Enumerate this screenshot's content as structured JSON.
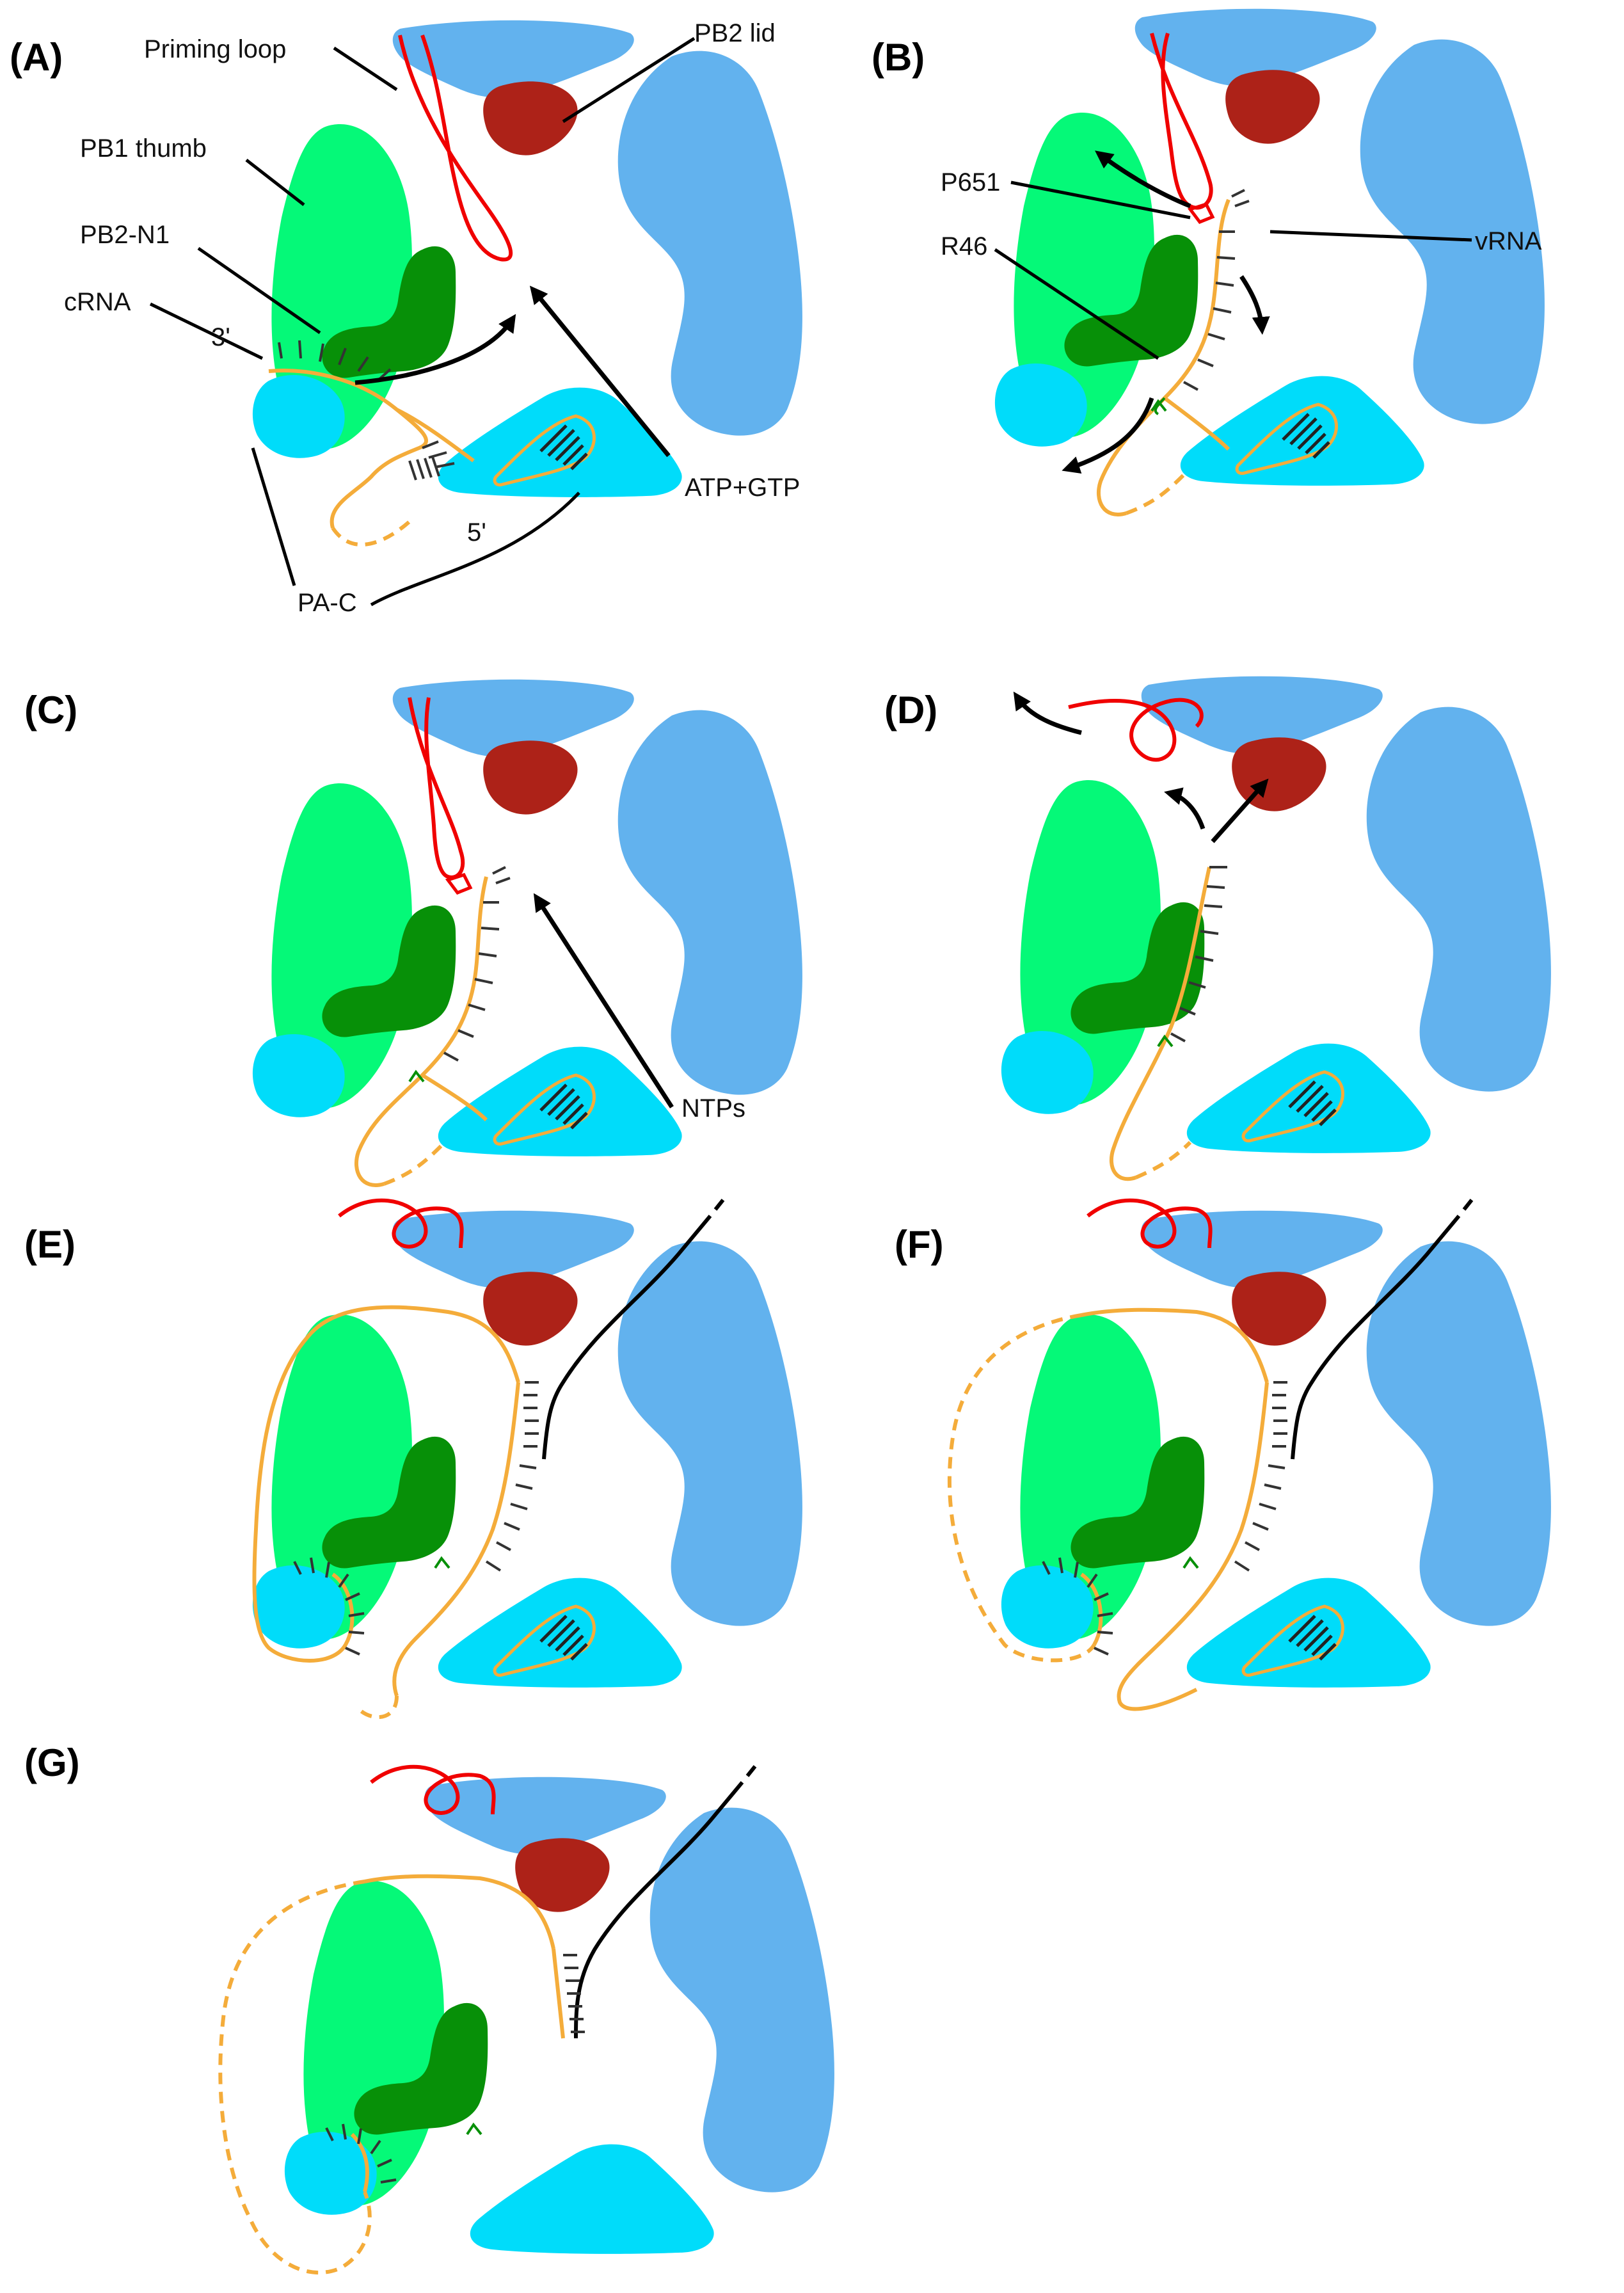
{
  "panels": [
    {
      "id": "A",
      "label": "(A)"
    },
    {
      "id": "B",
      "label": "(B)"
    },
    {
      "id": "C",
      "label": "(C)"
    },
    {
      "id": "D",
      "label": "(D)"
    },
    {
      "id": "E",
      "label": "(E)"
    },
    {
      "id": "F",
      "label": "(F)"
    },
    {
      "id": "G",
      "label": "(G)"
    }
  ],
  "labels": {
    "priming_loop": "Priming loop",
    "pb2_lid": "PB2 lid",
    "pb1_thumb": "PB1 thumb",
    "pb2_n1": "PB2-N1",
    "crna": "cRNA",
    "three_prime": "3'",
    "five_prime": "5'",
    "atp_gtp": "ATP+GTP",
    "pa_c": "PA-C",
    "p651": "P651",
    "r46": "R46",
    "vrna": "vRNA",
    "ntps": "NTPs"
  },
  "colors": {
    "pb2_cap_blue": "#62b2ee",
    "pb2_lid_red": "#ad2218",
    "pb1_green": "#05f978",
    "pb2_n1_green": "#079008",
    "pa_c_cyan": "#00dcfa",
    "priming_loop_red": "#f00000",
    "crna_orange": "#f4ac3a",
    "vrna_black": "#000000"
  }
}
